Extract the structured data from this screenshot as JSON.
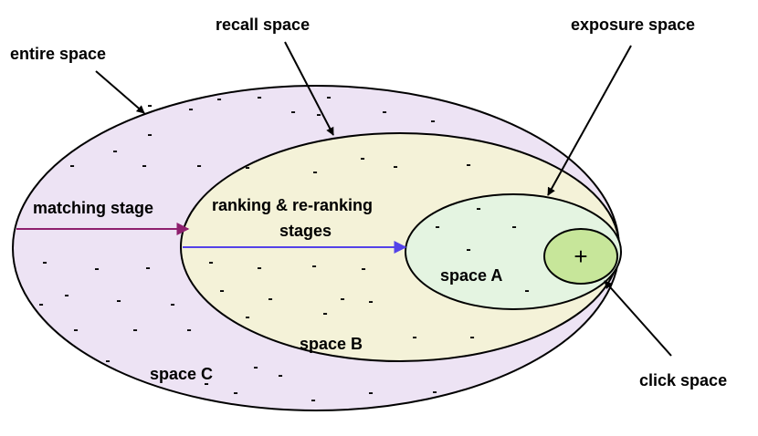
{
  "labels": {
    "entire_space": "entire space",
    "recall_space": "recall space",
    "exposure_space": "exposure space",
    "click_space": "click space",
    "matching_stage": "matching stage",
    "ranking_line1": "ranking & re-ranking",
    "ranking_line2": "stages",
    "space_a": "space A",
    "space_b": "space B",
    "space_c": "space C"
  },
  "symbols": {
    "negative": "-",
    "positive": "+"
  },
  "colors": {
    "entire_space_fill": "#ede3f4",
    "recall_space_fill": "#f4f2d8",
    "exposure_space_fill": "#e4f4e1",
    "click_space_fill": "#c7e69a",
    "matching_arrow": "#8e1f6e",
    "ranking_arrow": "#5443e8",
    "outline": "#000000"
  }
}
